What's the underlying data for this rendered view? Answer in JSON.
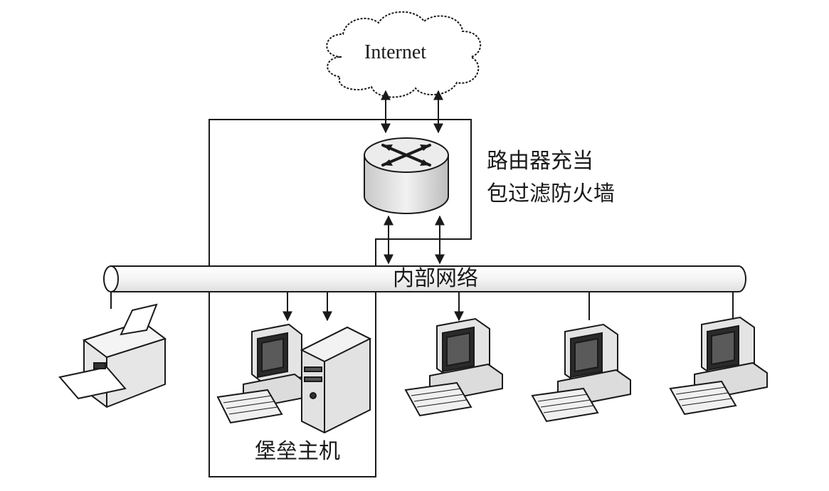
{
  "labels": {
    "internet": "Internet",
    "router_line1": "路由器充当",
    "router_line2": "包过滤防火墙",
    "internal_network": "内部网络",
    "bastion_host": "堡垒主机"
  },
  "colors": {
    "ink": "#1a1a1a",
    "background": "#ffffff",
    "device_gray": "#d8d8d8",
    "screen_dark": "#2a2a2a"
  },
  "icons": [
    "cloud-icon",
    "router-icon",
    "printer-icon",
    "desktop-computer-icon",
    "server-tower-icon"
  ]
}
